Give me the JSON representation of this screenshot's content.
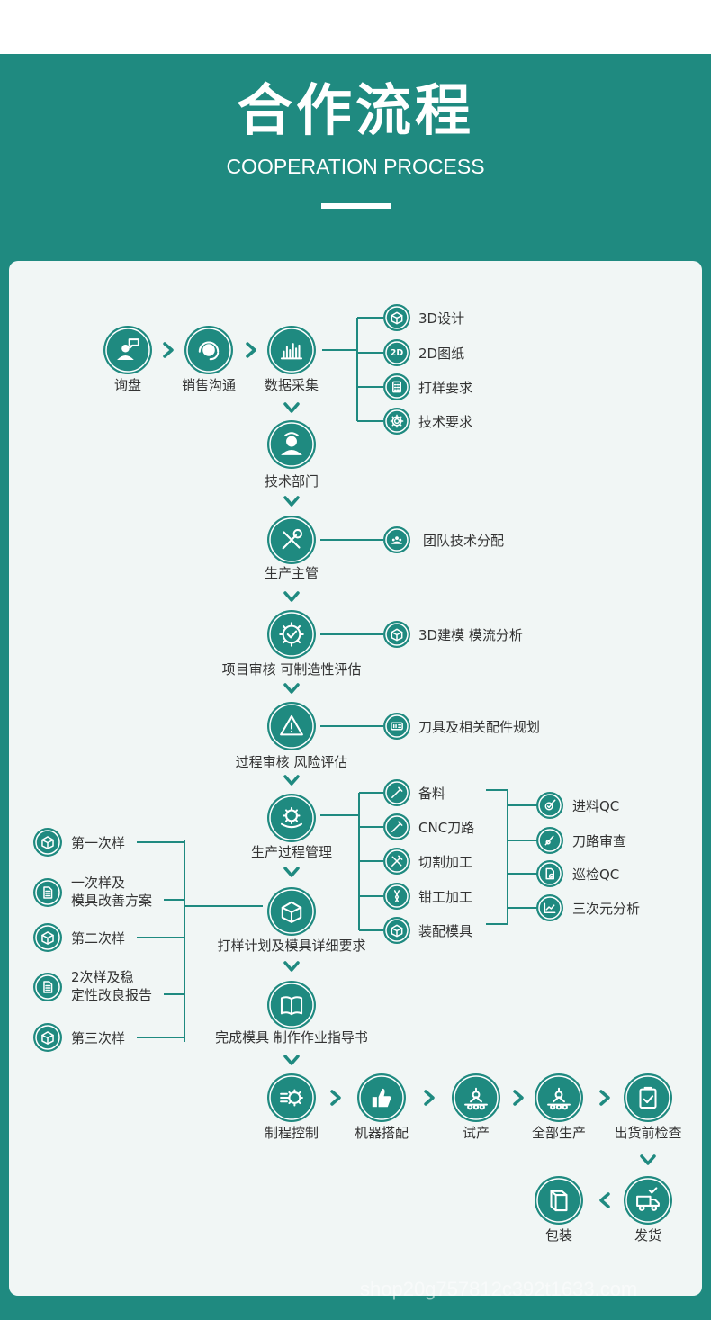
{
  "header": {
    "title": "合作流程",
    "subtitle": "COOPERATION PROCESS"
  },
  "colors": {
    "teal": "#1f8a80",
    "panel": "#f1f6f5",
    "text": "#333333"
  },
  "main_flow": [
    {
      "label": "询盘",
      "icon": "inquiry-person-icon"
    },
    {
      "label": "销售沟通",
      "icon": "headset-icon"
    },
    {
      "label": "数据采集",
      "icon": "bar-chart-icon"
    },
    {
      "label": "技术部门",
      "icon": "engineer-icon"
    },
    {
      "label": "生产主管",
      "icon": "tools-icon"
    },
    {
      "label": "项目审核 可制造性评估",
      "icon": "check-gear-icon"
    },
    {
      "label": "过程审核 风险评估",
      "icon": "warning-icon"
    },
    {
      "label": "生产过程管理",
      "icon": "gear-hand-icon"
    },
    {
      "label": "打样计划及模具详细要求",
      "icon": "3d-box-icon"
    },
    {
      "label": "完成模具 制作作业指导书",
      "icon": "book-icon"
    }
  ],
  "data_collection_items": [
    {
      "label": "3D设计",
      "icon": "3d-cube-icon"
    },
    {
      "label": "2D图纸",
      "icon": "2d-icon"
    },
    {
      "label": "打样要求",
      "icon": "checklist-icon"
    },
    {
      "label": "技术要求",
      "icon": "gear-icon"
    }
  ],
  "branch_items": {
    "supervisor": {
      "label": "团队技术分配",
      "icon": "team-icon"
    },
    "review": {
      "label": "3D建模 模流分析",
      "icon": "3d-cube-icon"
    },
    "risk": {
      "label": "刀具及相关配件规划",
      "icon": "tool-card-icon"
    }
  },
  "production_items": [
    {
      "label": "备料",
      "icon": "material-icon"
    },
    {
      "label": "CNC刀路",
      "icon": "cnc-icon"
    },
    {
      "label": "切割加工",
      "icon": "cutting-icon"
    },
    {
      "label": "钳工加工",
      "icon": "pliers-icon"
    },
    {
      "label": "装配模具",
      "icon": "mold-icon"
    }
  ],
  "qc_items": [
    {
      "label": "进料QC",
      "icon": "incoming-qc-icon"
    },
    {
      "label": "刀路审查",
      "icon": "toolpath-icon"
    },
    {
      "label": "巡检QC",
      "icon": "inspection-icon"
    },
    {
      "label": "三次元分析",
      "icon": "cmm-chart-icon"
    }
  ],
  "sample_items": [
    {
      "lines": [
        "第一次样"
      ],
      "icon": "sample-box-icon"
    },
    {
      "lines": [
        "一次样及",
        "模具改善方案"
      ],
      "icon": "document-icon"
    },
    {
      "lines": [
        "第二次样"
      ],
      "icon": "sample-box-icon"
    },
    {
      "lines": [
        "2次样及稳",
        "定性改良报告"
      ],
      "icon": "document-icon"
    },
    {
      "lines": [
        "第三次样"
      ],
      "icon": "sample-box-icon"
    }
  ],
  "bottom_flow": [
    {
      "label": "制程控制",
      "icon": "process-control-icon"
    },
    {
      "label": "机器搭配",
      "icon": "thumbs-up-icon"
    },
    {
      "label": "试产",
      "icon": "trial-production-icon"
    },
    {
      "label": "全部生产",
      "icon": "mass-production-icon"
    },
    {
      "label": "出货前检查",
      "icon": "clipboard-check-icon"
    }
  ],
  "final_flow": [
    {
      "label": "发货",
      "icon": "delivery-truck-icon"
    },
    {
      "label": "包装",
      "icon": "package-icon"
    }
  ],
  "watermark": "shop20g757812c392t1633.com"
}
